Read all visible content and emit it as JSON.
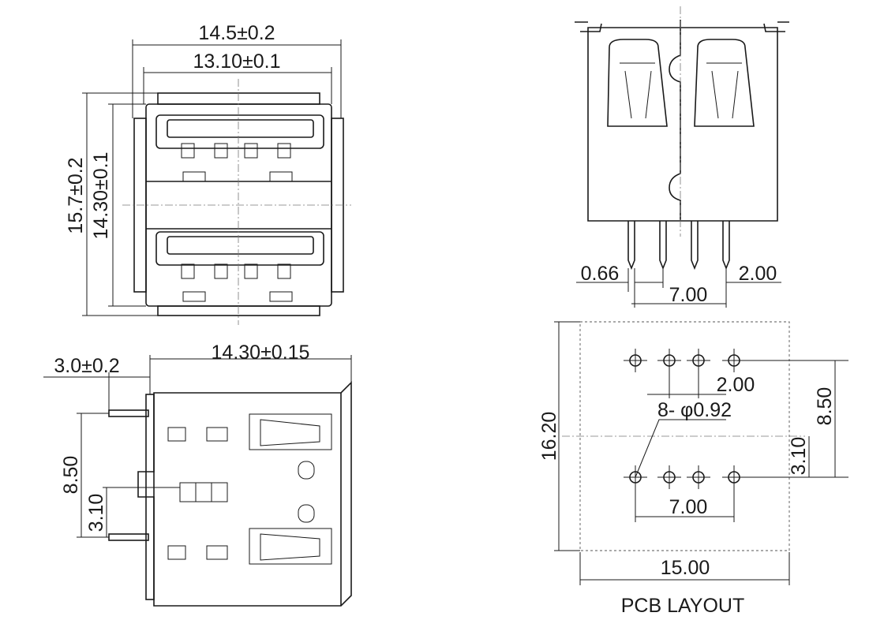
{
  "front_view": {
    "width_outer": "14.5±0.2",
    "width_inner": "13.10±0.1",
    "height_outer": "15.7±0.2",
    "height_inner": "14.30±0.1"
  },
  "side_view": {
    "pin_length": "3.0±0.2",
    "depth": "14.30±0.15",
    "pin_row_height": "8.50",
    "pin_offset": "3.10"
  },
  "rear_view": {
    "pin_width": "0.66",
    "pin_pitch": "2.00",
    "pin_span": "7.00"
  },
  "pcb_layout": {
    "title": "PCB LAYOUT",
    "pitch": "2.00",
    "holes": "8- φ0.92",
    "span": "7.00",
    "height": "16.20",
    "row_distance": "8.50",
    "offset": "3.10",
    "width": "15.00"
  },
  "colors": {
    "line": "#1a1a1a"
  }
}
